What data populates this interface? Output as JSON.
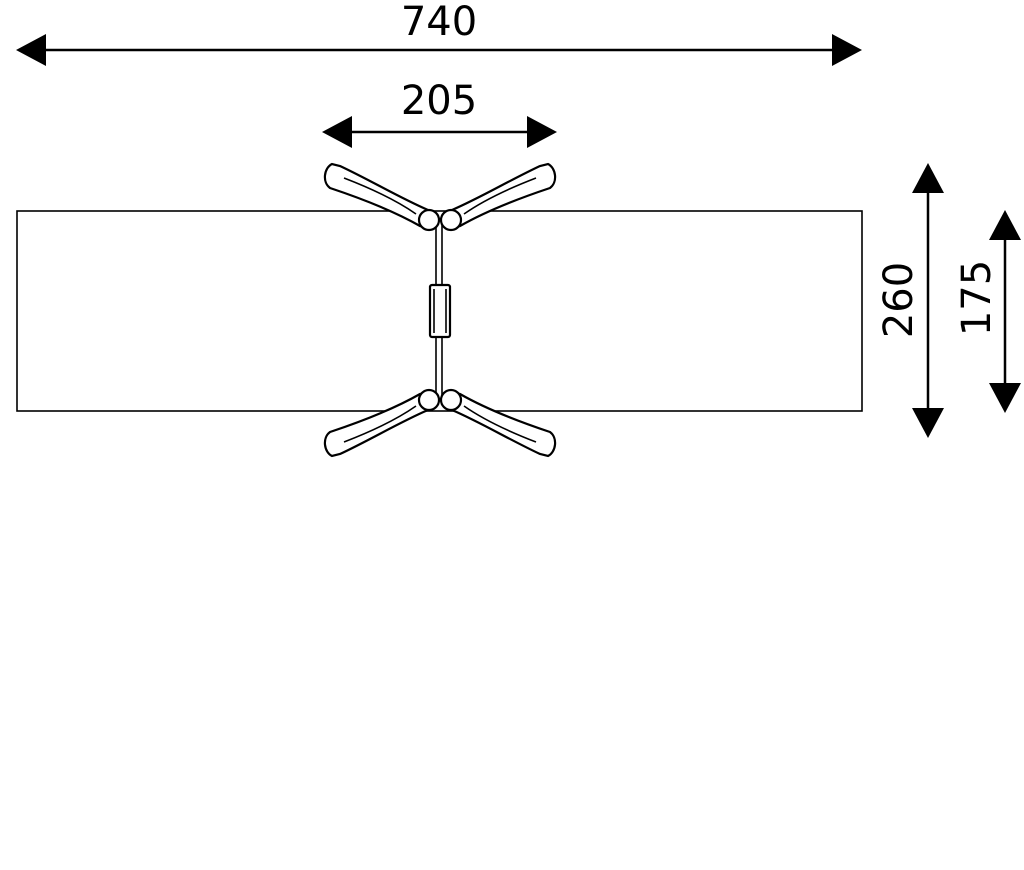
{
  "colors": {
    "ink": "#000000",
    "paper": "#ffffff"
  },
  "dimensions": {
    "overall_length": "740",
    "frame_width": "205",
    "overall_depth": "260",
    "inner_depth": "175"
  }
}
